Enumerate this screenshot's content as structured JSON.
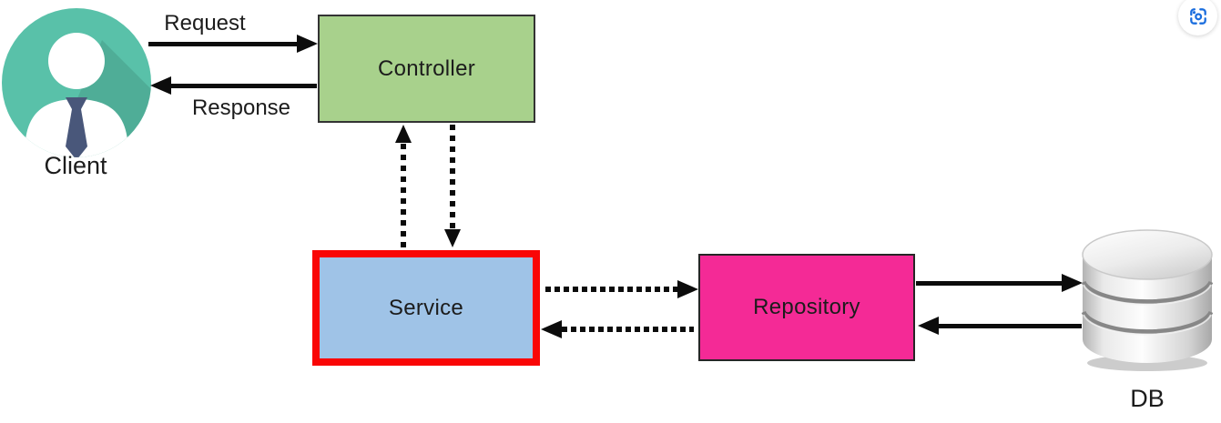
{
  "diagram": {
    "type": "layered-architecture-flow",
    "nodes": [
      {
        "id": "client",
        "label": "Client",
        "kind": "actor",
        "icon": "person-avatar-icon",
        "colors": {
          "circle": "#59c1a9",
          "figure": "#ffffff",
          "tie": "#49577a"
        }
      },
      {
        "id": "controller",
        "label": "Controller",
        "kind": "box",
        "fill": "#a8d18c",
        "border": "#333333"
      },
      {
        "id": "service",
        "label": "Service",
        "kind": "box",
        "fill": "#9fc3e7",
        "border": "#f90606",
        "highlighted": true
      },
      {
        "id": "repository",
        "label": "Repository",
        "kind": "box",
        "fill": "#f42a96",
        "border": "#262626"
      },
      {
        "id": "db",
        "label": "DB",
        "kind": "database",
        "icon": "database-cylinder-icon",
        "colors": {
          "body": "#d9d9d9"
        }
      }
    ],
    "edges": [
      {
        "id": "request",
        "from": "client",
        "to": "controller",
        "label": "Request",
        "style": "solid",
        "direction": "right"
      },
      {
        "id": "response",
        "from": "controller",
        "to": "client",
        "label": "Response",
        "style": "solid",
        "direction": "left"
      },
      {
        "id": "service-to-controller",
        "from": "service",
        "to": "controller",
        "label": "",
        "style": "dashed",
        "direction": "up"
      },
      {
        "id": "controller-to-service",
        "from": "controller",
        "to": "service",
        "label": "",
        "style": "dashed",
        "direction": "down"
      },
      {
        "id": "service-to-repository",
        "from": "service",
        "to": "repository",
        "label": "",
        "style": "dotted",
        "direction": "right"
      },
      {
        "id": "repository-to-service",
        "from": "repository",
        "to": "service",
        "label": "",
        "style": "dotted",
        "direction": "left"
      },
      {
        "id": "repository-to-db",
        "from": "repository",
        "to": "db",
        "label": "",
        "style": "solid",
        "direction": "right"
      },
      {
        "id": "db-to-repository",
        "from": "db",
        "to": "repository",
        "label": "",
        "style": "solid",
        "direction": "left"
      }
    ],
    "overlay": {
      "icon": "image-search-lens-icon",
      "accent": "#1a6dde"
    }
  }
}
